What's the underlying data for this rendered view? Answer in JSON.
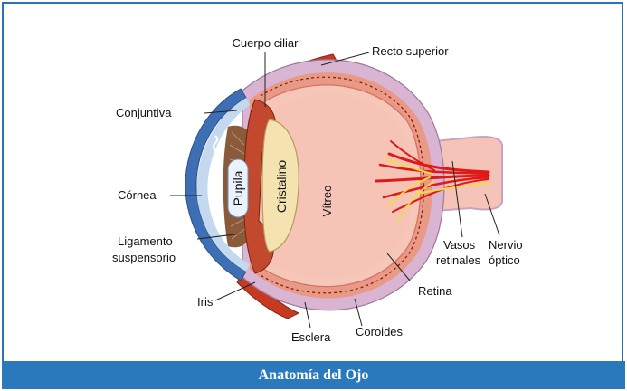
{
  "caption": "Anatomía del Ojo",
  "colors": {
    "border": "#2a74b6",
    "caption_bg": "#2b79bd",
    "sclera": "#d9b4d3",
    "choroid": "#e99a86",
    "vitreous": "#f5c4b6",
    "cornea": "#3e6fb5",
    "lens": "#f4e2b0",
    "ciliary": "#c2492d",
    "vessels": "#e11818"
  },
  "labels": {
    "cuerpo_ciliar": "Cuerpo ciliar",
    "recto_superior": "Recto superior",
    "conjuntiva": "Conjuntiva",
    "cornea": "Córnea",
    "ligamento_1": "Ligamento",
    "ligamento_2": "suspensorio",
    "iris": "Iris",
    "esclera": "Esclera",
    "coroides": "Coroides",
    "retina": "Retina",
    "vasos_1": "Vasos",
    "vasos_2": "retinales",
    "nervio_1": "Nervio",
    "nervio_2": "óptico",
    "pupila": "Pupila",
    "cristalino": "Cristalino",
    "vitreo": "Vítreo"
  }
}
